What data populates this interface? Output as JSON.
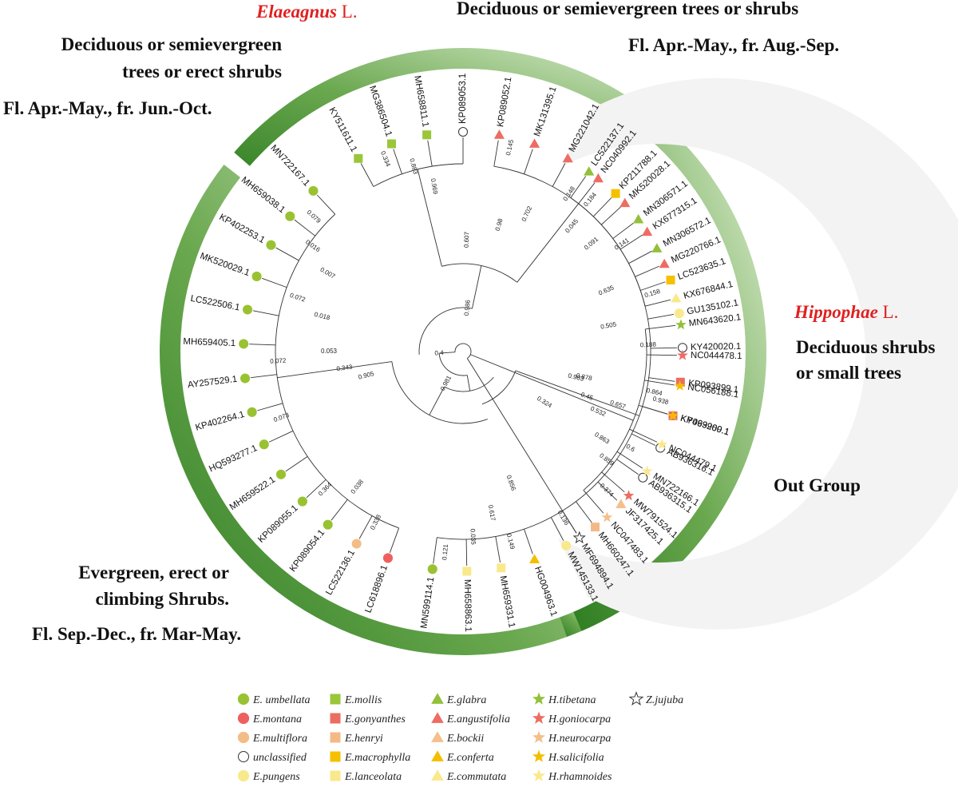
{
  "colors": {
    "umbellata": "#99c232",
    "montana": "#ee6060",
    "multiflora": "#f3bd88",
    "pungens": "#f9e98d",
    "mollis": "#9ac63a",
    "gonyanthes": "#ea6d61",
    "henryi": "#f3ba88",
    "macrophylla": "#f5c000",
    "lanceolata": "#f9e98d",
    "glabra": "#93c03a",
    "angustifolia": "#ec6d62",
    "bockii": "#f4bf8c",
    "conferta": "#f4be00",
    "commutata": "#f9e98d",
    "tibetana": "#93c03a",
    "goniocarpa": "#ec6d62",
    "neurocarpa": "#f4bf8c",
    "salicifolia": "#f4be00",
    "rhamnoides": "#f9e98d",
    "ring_dark": "#3c8a2e",
    "ring_light": "#dcedcd",
    "band": "#f3f3f3"
  },
  "titles": {
    "elaeagnus_genus": "Elaeagnus",
    "elaeagnus_author": " L.",
    "hippophae_genus": "Hippophae",
    "hippophae_author": " L.",
    "ds_line1": "Deciduous or semievergreen",
    "ds_line2": "trees or erect shrubs",
    "ds_flower": "Fl. Apr.-May., fr. Jun.-Oct.",
    "dst_line": "Deciduous or semievergreen trees or shrubs",
    "dst_flower": "Fl. Apr.-May., fr. Aug.-Sep.",
    "hip_line1": "Deciduous shrubs",
    "hip_line2": "or small trees",
    "outgroup": "Out Group",
    "ev_line1": "Evergreen, erect or",
    "ev_line2": "climbing Shrubs.",
    "ev_flower": "Fl. Sep.-Dec., fr. Mar-May."
  },
  "leaves": [
    {
      "label": "KP089053.1",
      "angle": 0,
      "sym": "o"
    },
    {
      "label": "MH658811.1",
      "angle": -9.5,
      "sym": "mollis"
    },
    {
      "label": "MG386504.1",
      "angle": -19,
      "sym": "mollis"
    },
    {
      "label": "KY511611.1",
      "angle": -28.5,
      "sym": "mollis"
    },
    {
      "label": "MN722167.1",
      "angle": -43,
      "sym": "umbellata"
    },
    {
      "label": "MH659038.1",
      "angle": -52,
      "sym": "umbellata"
    },
    {
      "label": "KP402253.1",
      "angle": -61,
      "sym": "umbellata"
    },
    {
      "label": "MK520029.1",
      "angle": -70,
      "sym": "umbellata"
    },
    {
      "label": "LC522506.1",
      "angle": -79,
      "sym": "umbellata"
    },
    {
      "label": "MH659405.1",
      "angle": -88,
      "sym": "umbellata"
    },
    {
      "label": "AY257529.1",
      "angle": -97,
      "sym": "umbellata"
    },
    {
      "label": "KP402264.1",
      "angle": -106,
      "sym": "umbellata"
    },
    {
      "label": "HQ593277.1",
      "angle": -115,
      "sym": "umbellata"
    },
    {
      "label": "MH659522.1",
      "angle": -124,
      "sym": "umbellata"
    },
    {
      "label": "KP089055.1",
      "angle": -133,
      "sym": "umbellata"
    },
    {
      "label": "KP089054.1",
      "angle": -142,
      "sym": "umbellata"
    },
    {
      "label": "LC522136.1",
      "angle": -151,
      "sym": "multiflora"
    },
    {
      "label": "LC618896.1",
      "angle": -160,
      "sym": "montana"
    },
    {
      "label": "MN599114.1",
      "angle": -172,
      "sym": "umbellata"
    },
    {
      "label": "MH658863.1",
      "angle": -181,
      "sym": "lanceolata"
    },
    {
      "label": "MH659331.1",
      "angle": -190,
      "sym": "lanceolata"
    },
    {
      "label": "HG004963.1",
      "angle": -199,
      "sym": "conferta"
    },
    {
      "label": "MW145133.1",
      "angle": -208,
      "sym": "pungens"
    },
    {
      "label": "MH660247.1",
      "angle": -217,
      "sym": "henryi"
    },
    {
      "label": "JF317425.1",
      "angle": -226,
      "sym": "bockii"
    },
    {
      "label": "AB936315.1",
      "angle": -235,
      "sym": "o"
    },
    {
      "label": "AB936316.1",
      "angle": -244,
      "sym": "o"
    },
    {
      "label": "KP093900.1",
      "angle": -253,
      "sym": "gonyanthes"
    },
    {
      "label": "KP093899.1",
      "angle": -262,
      "sym": "gonyanthes"
    },
    {
      "label": "KY420020.1",
      "angle": -271,
      "sym": "o"
    },
    {
      "label": "GU135102.1",
      "angle": -280,
      "sym": "pungens"
    },
    {
      "label": "LC523635.1",
      "angle": -289,
      "sym": "macrophylla"
    },
    {
      "label": "MN306572.1",
      "angle": -298,
      "sym": "glabra"
    },
    {
      "label": "MN306571.1",
      "angle": -307,
      "sym": "glabra"
    },
    {
      "label": "KP211788.1",
      "angle": -316,
      "sym": "macrophylla"
    },
    {
      "label": "LC522137.1",
      "angle": -325,
      "sym": "glabra"
    },
    {
      "label": "KP089052.1",
      "angle": 9.5,
      "sym": "angustifolia"
    },
    {
      "label": "MK131395.1",
      "angle": 19,
      "sym": "angustifolia"
    },
    {
      "label": "MG221042.1",
      "angle": 28.5,
      "sym": "angustifolia"
    },
    {
      "label": "NC040992.1",
      "angle": 38,
      "sym": "angustifolia"
    },
    {
      "label": "MK520028.1",
      "angle": 47.5,
      "sym": "angustifolia"
    },
    {
      "label": "KX677315.1",
      "angle": 57,
      "sym": "angustifolia"
    },
    {
      "label": "MG220766.1",
      "angle": 66.5,
      "sym": "angustifolia"
    },
    {
      "label": "KX676844.1",
      "angle": 76,
      "sym": "commutata"
    },
    {
      "label": "MN643620.1",
      "angle": 83,
      "sym": "tibetana"
    },
    {
      "label": "NC044478.1",
      "angle": 91,
      "sym": "goniocarpa"
    },
    {
      "label": "NC056188.1",
      "angle": 99,
      "sym": "salicifolia"
    },
    {
      "label": "KY469269.1",
      "angle": 107,
      "sym": "salicifolia"
    },
    {
      "label": "NC044479.1",
      "angle": 115,
      "sym": "rhamnoides"
    },
    {
      "label": "MN722166.1",
      "angle": 123,
      "sym": "rhamnoides"
    },
    {
      "label": "MW791524.1",
      "angle": 131,
      "sym": "goniocarpa"
    },
    {
      "label": "NC047483.1",
      "angle": 139,
      "sym": "neurocarpa"
    },
    {
      "label": "MF694894.1",
      "angle": 148,
      "sym": "zjujuba"
    }
  ],
  "bootstrap": [
    {
      "v": "0.4",
      "angle": -94,
      "r": 30
    },
    {
      "v": "0.986",
      "angle": 6,
      "r": 55
    },
    {
      "v": "0.607",
      "angle": 2,
      "r": 140
    },
    {
      "v": "0.969",
      "angle": -10,
      "r": 210
    },
    {
      "v": "0.883",
      "angle": -15,
      "r": 240
    },
    {
      "v": "0.334",
      "angle": -22,
      "r": 260
    },
    {
      "v": "0.98",
      "angle": 16,
      "r": 165
    },
    {
      "v": "0.702",
      "angle": 25,
      "r": 190
    },
    {
      "v": "0.045",
      "angle": 41,
      "r": 208
    },
    {
      "v": "0.145",
      "angle": 13,
      "r": 262
    },
    {
      "v": "0.148",
      "angle": 34,
      "r": 238
    },
    {
      "v": "0.141",
      "angle": 56,
      "r": 240
    },
    {
      "v": "0.079",
      "angle": -48,
      "r": 252
    },
    {
      "v": "0.016",
      "angle": -55,
      "r": 230
    },
    {
      "v": "0.072",
      "angle": -72,
      "r": 218
    },
    {
      "v": "0.007",
      "angle": -60,
      "r": 196
    },
    {
      "v": "0.018",
      "angle": -76,
      "r": 182
    },
    {
      "v": "0.072",
      "angle": -93,
      "r": 232
    },
    {
      "v": "0.053",
      "angle": -90,
      "r": 168
    },
    {
      "v": "0.073",
      "angle": -110,
      "r": 242
    },
    {
      "v": "0.343",
      "angle": -98,
      "r": 150
    },
    {
      "v": "0.905",
      "angle": -104,
      "r": 125
    },
    {
      "v": "0.364",
      "angle": -135,
      "r": 244
    },
    {
      "v": "0.038",
      "angle": -142,
      "r": 215
    },
    {
      "v": "0.338",
      "angle": -153,
      "r": 240
    },
    {
      "v": "0.981",
      "angle": -152,
      "r": 45
    },
    {
      "v": "0.121",
      "angle": -175,
      "r": 252
    },
    {
      "v": "0.035",
      "angle": -183,
      "r": 232
    },
    {
      "v": "0.617",
      "angle": -190,
      "r": 205
    },
    {
      "v": "0.149",
      "angle": -194,
      "r": 245
    },
    {
      "v": "0.136",
      "angle": -211,
      "r": 243
    },
    {
      "v": "0.856",
      "angle": -200,
      "r": 175
    },
    {
      "v": "0.324",
      "angle": -238,
      "r": 120
    },
    {
      "v": "0.983",
      "angle": -257,
      "r": 145
    },
    {
      "v": "0.6",
      "angle": -240,
      "r": 242
    },
    {
      "v": "0.657",
      "angle": -251,
      "r": 205
    },
    {
      "v": "0.864",
      "angle": -258,
      "r": 245
    },
    {
      "v": "0.505",
      "angle": -280,
      "r": 185
    },
    {
      "v": "0.188",
      "angle": -272,
      "r": 232
    },
    {
      "v": "0.635",
      "angle": -293,
      "r": 195
    },
    {
      "v": "0.158",
      "angle": -287,
      "r": 248
    },
    {
      "v": "0.091",
      "angle": -310,
      "r": 210
    },
    {
      "v": "0.184",
      "angle": -320,
      "r": 248
    },
    {
      "v": "0.878",
      "angle": 102,
      "r": 155
    },
    {
      "v": "0.45",
      "angle": 110,
      "r": 165
    },
    {
      "v": "0.532",
      "angle": 114,
      "r": 185
    },
    {
      "v": "0.938",
      "angle": 104,
      "r": 255
    },
    {
      "v": "0.863",
      "angle": 122,
      "r": 205
    },
    {
      "v": "0.859",
      "angle": 127,
      "r": 225
    },
    {
      "v": "0.374",
      "angle": 134,
      "r": 250
    }
  ],
  "legend": [
    [
      {
        "label": "E. umbellata",
        "sym": "umbellata"
      },
      {
        "label": "E.montana",
        "sym": "montana"
      },
      {
        "label": "E.multiflora",
        "sym": "multiflora"
      },
      {
        "label": "unclassified",
        "sym": "o"
      },
      {
        "label": "E.pungens",
        "sym": "pungens"
      }
    ],
    [
      {
        "label": "E.mollis",
        "sym": "mollis"
      },
      {
        "label": "E.gonyanthes",
        "sym": "gonyanthes"
      },
      {
        "label": "E.henryi",
        "sym": "henryi"
      },
      {
        "label": "E.macrophylla",
        "sym": "macrophylla"
      },
      {
        "label": "E.lanceolata",
        "sym": "lanceolata"
      }
    ],
    [
      {
        "label": "E.glabra",
        "sym": "glabra"
      },
      {
        "label": "E.angustifolia",
        "sym": "angustifolia"
      },
      {
        "label": "E.bockii",
        "sym": "bockii"
      },
      {
        "label": "E.conferta",
        "sym": "conferta"
      },
      {
        "label": "E.commutata",
        "sym": "commutata"
      }
    ],
    [
      {
        "label": "H.tibetana",
        "sym": "tibetana"
      },
      {
        "label": "H.goniocarpa",
        "sym": "goniocarpa"
      },
      {
        "label": "H.neurocarpa",
        "sym": "neurocarpa"
      },
      {
        "label": "H.salicifolia",
        "sym": "salicifolia"
      },
      {
        "label": "H.rhamnoides",
        "sym": "rhamnoides"
      }
    ],
    [
      {
        "label": "Z.jujuba",
        "sym": "zjujuba"
      }
    ]
  ]
}
